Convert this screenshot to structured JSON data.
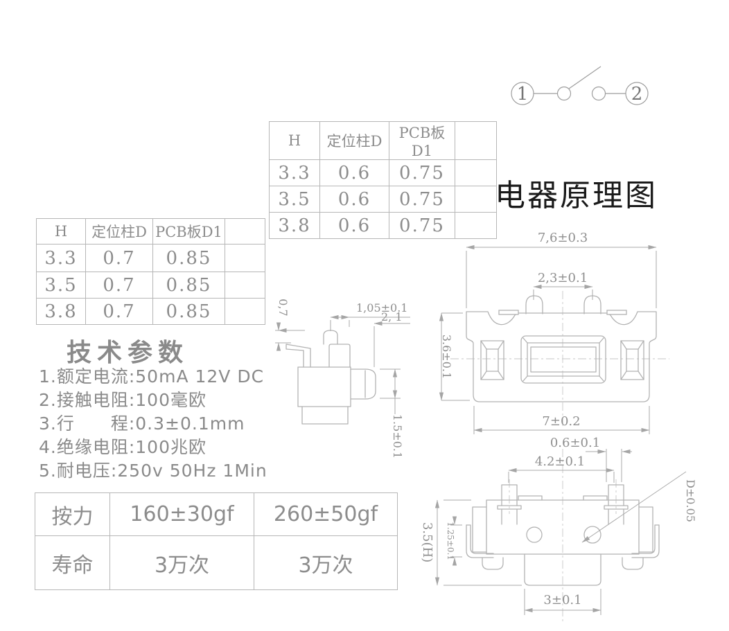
{
  "title": "电器原理图",
  "schematic": {
    "pin_left": "1",
    "pin_right": "2"
  },
  "tables": {
    "top": {
      "headers": [
        "H",
        "定位柱D",
        "PCB板D1",
        ""
      ],
      "rows": [
        [
          "3.3",
          "0.6",
          "0.75",
          ""
        ],
        [
          "3.5",
          "0.6",
          "0.75",
          ""
        ],
        [
          "3.8",
          "0.6",
          "0.75",
          ""
        ]
      ]
    },
    "left": {
      "headers": [
        "H",
        "定位柱D",
        "PCB板D1",
        ""
      ],
      "rows": [
        [
          "3.3",
          "0.7",
          "0.85",
          ""
        ],
        [
          "3.5",
          "0.7",
          "0.85",
          ""
        ],
        [
          "3.8",
          "0.7",
          "0.85",
          ""
        ]
      ]
    }
  },
  "tech": {
    "heading": "技术参数",
    "items": [
      "1.额定电流:50mA 12V DC",
      "2.接触电阻:100毫欧",
      "3.行　　程:0.3±0.1mm",
      "4.绝缘电阻:100兆欧",
      "5.耐电压:250v 50Hz 1Min"
    ]
  },
  "force_table": {
    "row1": [
      "按力",
      "160±30gf",
      "260±50gf"
    ],
    "row2": [
      "寿命",
      "3万次",
      "3万次"
    ]
  },
  "dims": {
    "side": {
      "dome_h": "0,7",
      "top_w": "1,05±0.1",
      "mid_w": "2, 1",
      "button_h": "1.5±0.1"
    },
    "top": {
      "outer_w": "7,6±0.3",
      "pin_pitch": "2,3±0.1",
      "body_h": "3.6±0.1",
      "base_w": "7±0.2"
    },
    "front": {
      "post_w": "0.6±0.1",
      "post_pitch": "4.2±0.1",
      "total_h": "3.5(H)",
      "clip_h": "1.25±0.1",
      "hole_d": "D±0.05",
      "stem_w": "3±0.1"
    }
  },
  "colors": {
    "drawing_line": "#b2b2b2",
    "dimension_line": "#a9a9a9",
    "gray_text": "#8c8c8c",
    "title_text": "#1a1a1a",
    "table_border": "#b6b6b6"
  }
}
